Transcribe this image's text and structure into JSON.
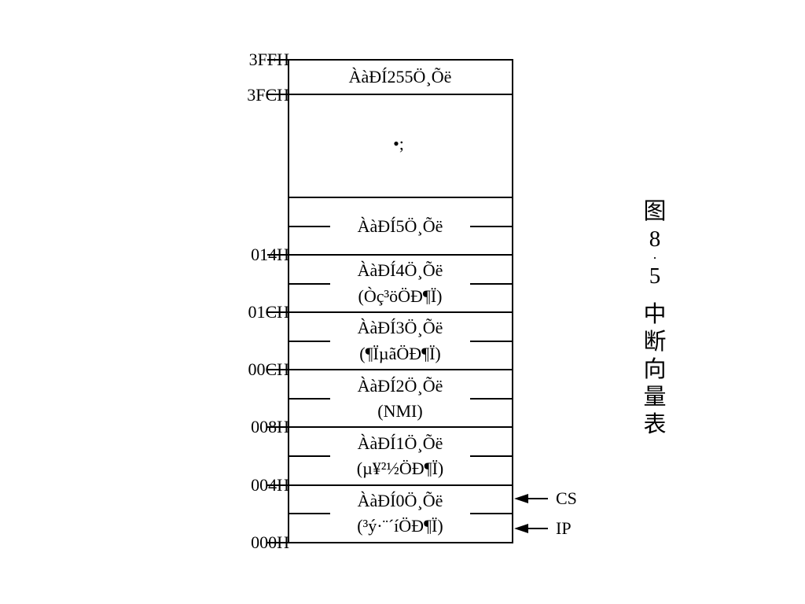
{
  "addresses": {
    "a3ffh": "3FFH",
    "a3fch": "3FCH",
    "a014h": "014H",
    "a01ch": "01CH",
    "a00ch": "00CH",
    "a008h": "008H",
    "a004h": "004H",
    "a000h": "000H"
  },
  "cells": {
    "type255": "ÀàÐÍ255Ö¸Õë",
    "gap_marker": "•;",
    "type5": "ÀàÐÍ5Ö¸Õë",
    "type4": "ÀàÐÍ4Ö¸Õë",
    "type4_note": "(Òç³öÖÐ¶Ï)",
    "type3": "ÀàÐÍ3Ö¸Õë",
    "type3_note": "(¶ÏµãÖÐ¶Ï)",
    "type2": "ÀàÐÍ2Ö¸Õë",
    "type2_note": "(NMI)",
    "type1": "ÀàÐÍ1Ö¸Õë",
    "type1_note": "(µ¥²½ÖÐ¶Ï)",
    "type0": "ÀàÐÍ0Ö¸Õë",
    "type0_note": "(³ý·¨´íÖÐ¶Ï)"
  },
  "pointers": {
    "cs": "CS",
    "ip": "IP"
  },
  "caption": {
    "fig": "图",
    "num1": "8",
    "dot": "·",
    "num2": "5",
    "c1": "中",
    "c2": "断",
    "c3": "向",
    "c4": "量",
    "c5": "表"
  }
}
